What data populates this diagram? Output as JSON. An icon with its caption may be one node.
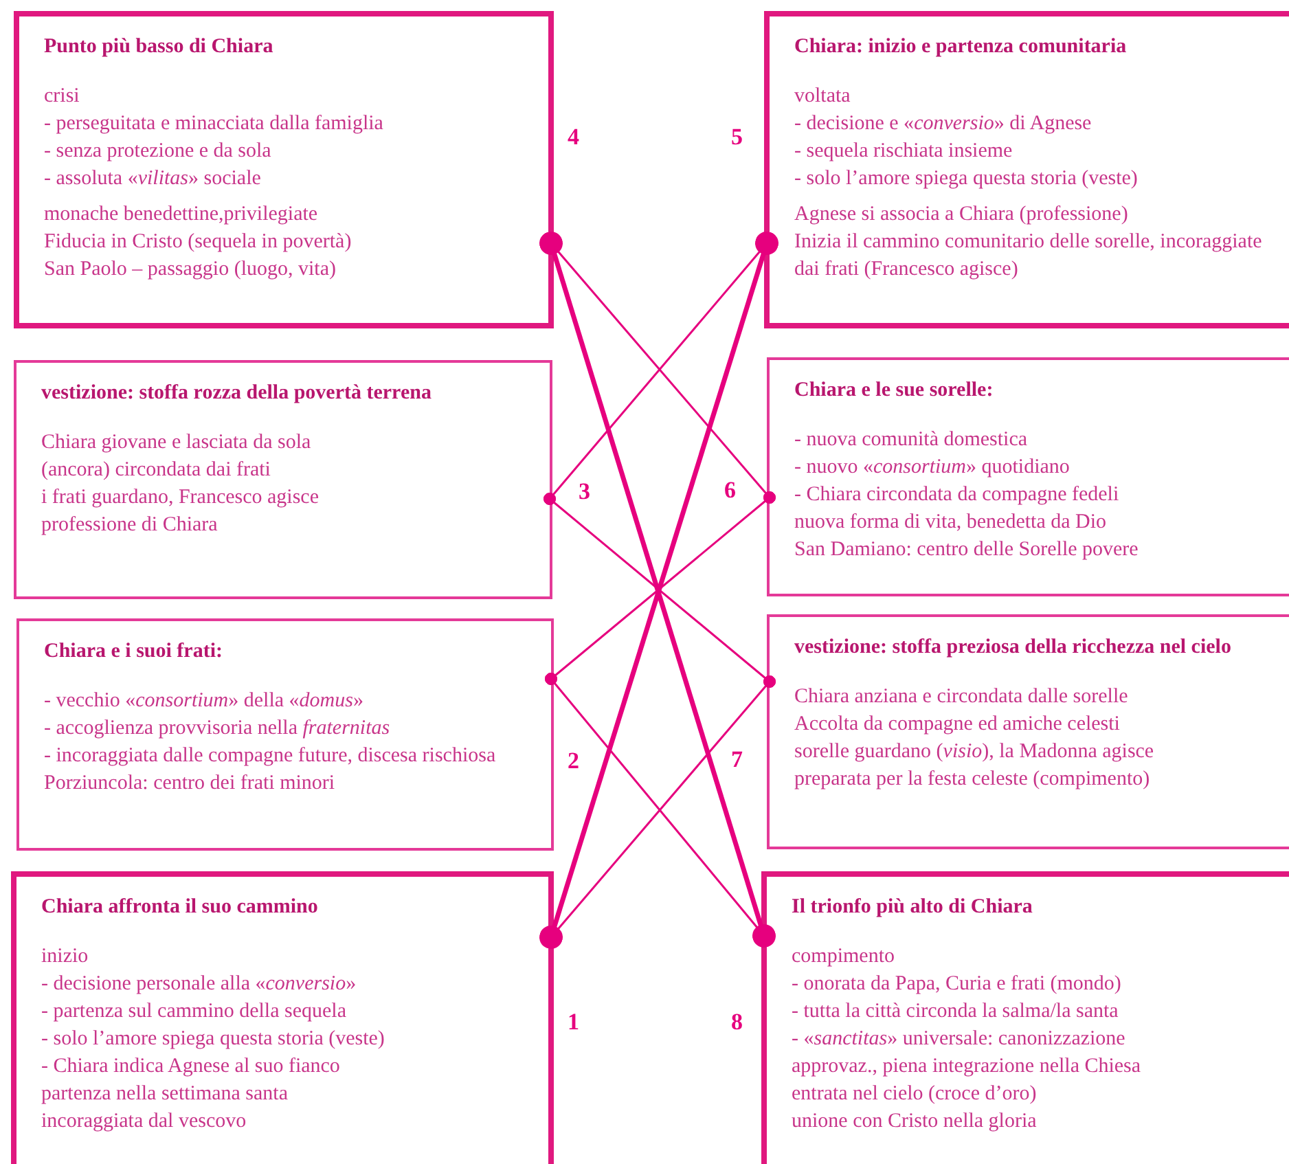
{
  "diagram": {
    "nodes": [
      {
        "text": [
          "Punto più basso di Chiara",
          "crisi",
          "- perseguitata e minacciata dalla famiglia",
          "- senza protezione e da sola",
          "- assoluta «*vilitas*» sociale",
          "monache benedettine,privilegiate",
          "Fiducia in Cristo (sequela in povertà)",
          "San Paolo – passaggio (luogo, vita)"
        ],
        "beside": [
          "4"
        ]
      },
      {
        "text": [
          "vestizione: stoffa rozza della povertà terrena",
          "Chiara giovane e lasciata da sola",
          "(ancora) circondata dai frati",
          "i frati guardano, Francesco agisce",
          "professione di Chiara"
        ],
        "beside": [
          "3"
        ]
      },
      {
        "text": [
          "Chiara e i suoi frati:",
          "- vecchio «*consortium*» della «*domus*»",
          "- accoglienza provvisoria nella *fraternitas*",
          "- incoraggiata dalle compagne future, discesa rischiosa",
          "Porziuncola: centro dei frati minori"
        ],
        "beside": [
          "2"
        ]
      },
      {
        "text": [
          "Chiara affronta il suo cammino",
          "inizio",
          "- decisione personale alla «*conversio*»",
          "- partenza sul cammino della sequela",
          "- solo l’amore spiega questa storia (veste)",
          "- Chiara indica Agnese al suo fianco",
          "partenza nella settimana santa",
          "incoraggiata dal vescovo"
        ],
        "beside": [
          "1"
        ]
      },
      {
        "text": [
          "Chiara: inizio e partenza comunitaria",
          "voltata",
          "- decisione e «*conversio*» di Agnese",
          "- sequela rischiata insieme",
          "- solo l’amore spiega questa storia (veste)",
          "Agnese si associa a Chiara (professione)",
          "Inizia il cammino comunitario delle sorelle, incoraggiate dai frati (Francesco agisce)"
        ],
        "beside": [
          "5"
        ]
      },
      {
        "text": [
          "Chiara e le sue sorelle:",
          "- nuova comunità domestica",
          "- nuovo «*consortium*» quotidiano",
          "- Chiara circondata da compagne fedeli",
          "nuova forma di vita, benedetta da Dio",
          "San Damiano: centro delle Sorelle povere"
        ],
        "beside": [
          "6"
        ]
      },
      {
        "text": [
          "vestizione: stoffa preziosa della ricchezza nel cielo",
          "Chiara anziana e circondata dalle sorelle",
          "Accolta da compagne ed amiche celesti",
          "sorelle guardano (*visio*), la Madonna agisce",
          "preparata per la festa celeste (compimento)"
        ],
        "beside": [
          "7"
        ]
      },
      {
        "text": [
          "Il trionfo più alto di Chiara",
          "compimento",
          "- onorata da Papa, Curia e frati (mondo)",
          "- tutta la città circonda la salma/la santa",
          "- «*sanctitas*» universale: canonizzazione",
          "approvaz., piena integrazione nella Chiesa",
          "entrata nel cielo (croce d’oro)",
          "unione con Cristo nella gloria"
        ],
        "beside": [
          "8"
        ]
      }
    ],
    "edges": [
      {
        "from": 0,
        "to": 7,
        "arrow": "other",
        "style": "thick"
      },
      {
        "from": 3,
        "to": 4,
        "arrow": "other",
        "style": "thick"
      },
      {
        "from": 0,
        "to": 5,
        "arrow": "other"
      },
      {
        "from": 4,
        "to": 1,
        "arrow": "other"
      },
      {
        "from": 1,
        "to": 6,
        "arrow": "other"
      },
      {
        "from": 5,
        "to": 2,
        "arrow": "other"
      },
      {
        "from": 2,
        "to": 7,
        "arrow": "other"
      },
      {
        "from": 6,
        "to": 3,
        "arrow": "other"
      }
    ]
  }
}
